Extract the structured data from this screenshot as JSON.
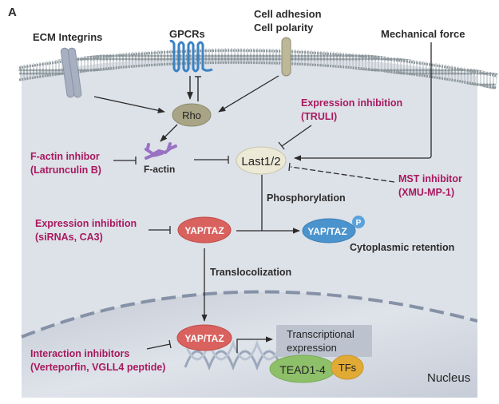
{
  "panel_label": "A",
  "membrane_inputs": {
    "ecm": "ECM Integrins",
    "gpcrs": "GPCRs",
    "adhesion_line1": "Cell adhesion",
    "adhesion_line2": "Cell polarity",
    "mechanical": "Mechanical force"
  },
  "nodes": {
    "rho": "Rho",
    "factin": "F-actin",
    "last": "Last1/2",
    "yap_cyto": "YAP/TAZ",
    "yap_p": "YAP/TAZ",
    "p_badge": "P",
    "yap_nuc": "YAP/TAZ",
    "tead": "TEAD1-4",
    "tfs": "TFs"
  },
  "process_labels": {
    "phosphorylation": "Phosphorylation",
    "cytoplasmic_retention": "Cytoplasmic retention",
    "translocalization": "Translocolization",
    "transcription_line1": "Transcriptional",
    "transcription_line2": "expression",
    "nucleus": "Nucleus"
  },
  "inhibitors": {
    "truli_line1": "Expression inhibition",
    "truli_line2": "(TRULI)",
    "factin_line1": "F-actin inhibor",
    "factin_line2": "(Latrunculin B)",
    "mst_line1": "MST inhibitor",
    "mst_line2": "(XMU-MP-1)",
    "sirna_line1": "Expression inhibition",
    "sirna_line2": "(siRNAs, CA3)",
    "interaction_line1": "Interaction inhibitors",
    "interaction_line2": "(Verteporfin, VGLL4 peptide)"
  },
  "colors": {
    "inhibitor_text": "#a8195f",
    "cytoplasm": "#dde1e8",
    "rho": "#a8a485",
    "last": "#ecead7",
    "yap_red": "#d9625f",
    "yap_blue": "#4b93cd",
    "tead": "#8ec06a",
    "tfs": "#e0aa35",
    "gpcr": "#3a82c4",
    "actin": "#9a72c4"
  }
}
